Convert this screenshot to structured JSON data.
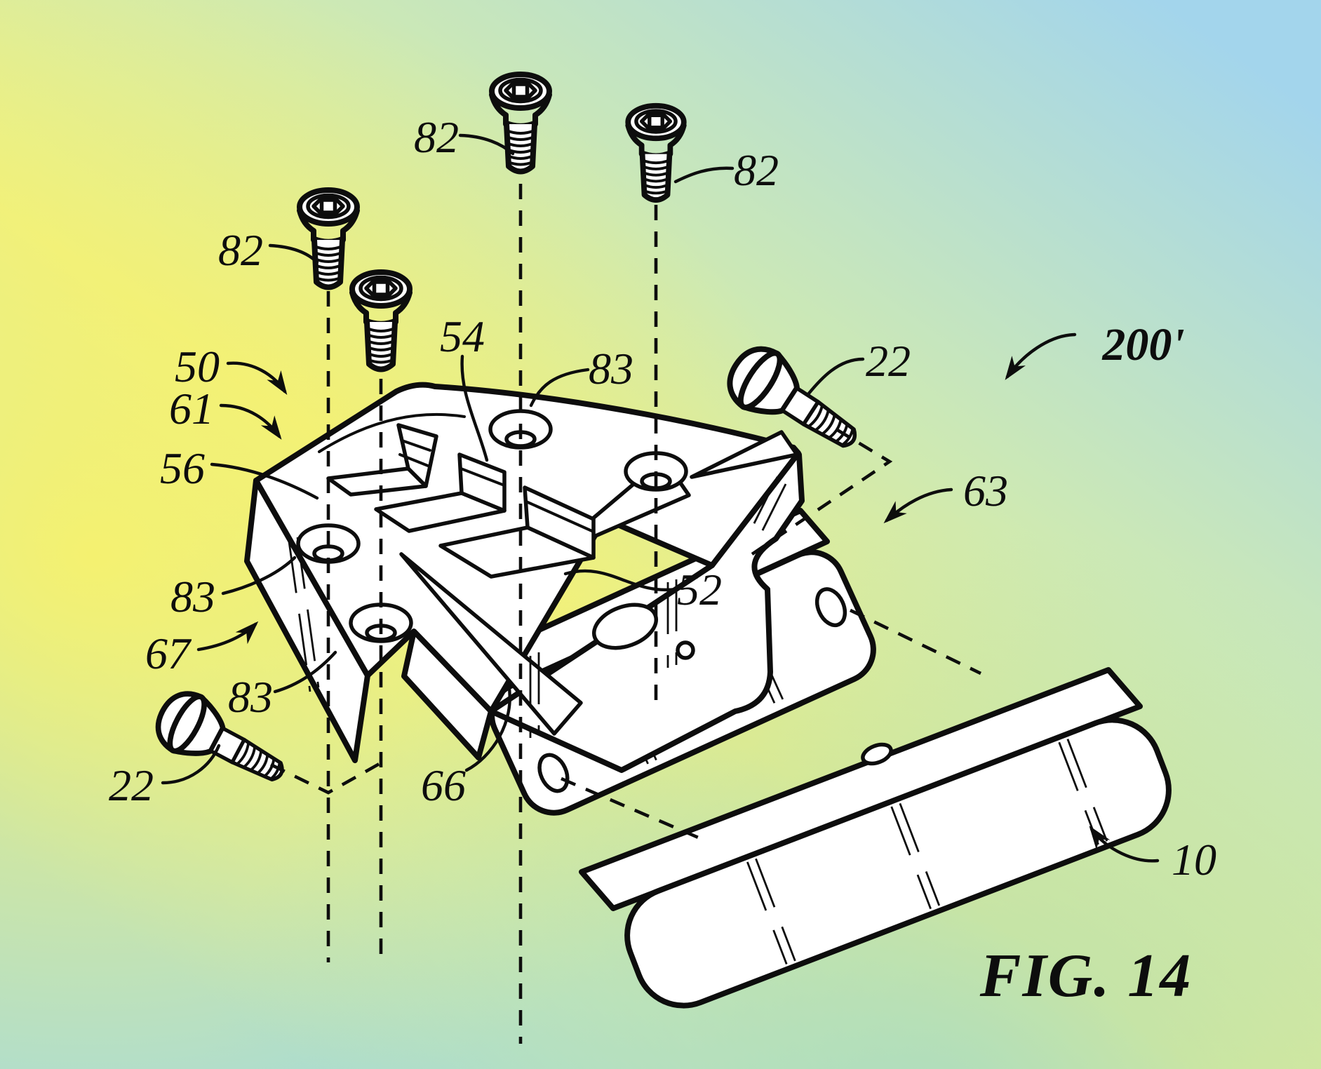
{
  "figure": {
    "caption": "FIG. 14",
    "assembly_ref": "200'",
    "colors": {
      "line": "#0d0d0d",
      "bg_yellow": "#f2ef7a",
      "bg_cyan_top": "#a3d5ec",
      "bg_teal_bottom": "#abdcd4",
      "part_fill": "#ffffff"
    },
    "labels": {
      "screw_top_left": "82",
      "screw_top_center": "82",
      "screw_top_right": "82",
      "body": "50",
      "upper_jaw": "61",
      "edge": "56",
      "blade": "54",
      "hole_top": "83",
      "hole_left_upper": "83",
      "hole_left_lower": "83",
      "arm": "67",
      "notch_face": "52",
      "side_screw_right": "22",
      "side_screw_left": "22",
      "clamp_plate": "63",
      "slot": "66",
      "bar": "10"
    }
  }
}
